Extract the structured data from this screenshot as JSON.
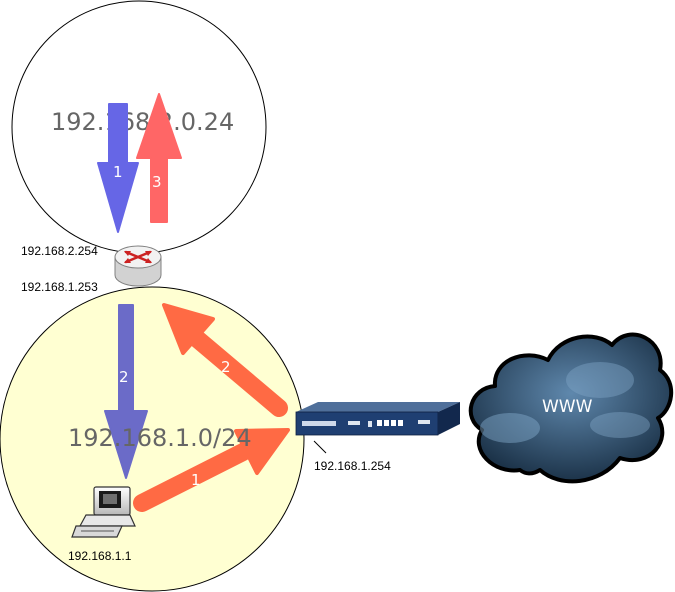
{
  "networks": {
    "upper": {
      "label": "192.168.2.0.24"
    },
    "lower": {
      "label": "192.168.1.0/24"
    }
  },
  "router": {
    "upper_ip": "192.168.2.254",
    "lower_ip": "192.168.1.253"
  },
  "firewall": {
    "ip": "192.168.1.254"
  },
  "pc": {
    "ip": "192.168.1.1"
  },
  "internet": {
    "label": "WWW"
  },
  "arrows": {
    "down_upper": "1",
    "up_upper": "3",
    "down_lower": "2",
    "to_router": "2",
    "pc_to_firewall": "1"
  },
  "colors": {
    "blue_arrow": "#6666e6",
    "red_arrow": "#ff6666",
    "slate_arrow": "#6b6bc8",
    "orange_arrow": "#ff6a44",
    "lower_network_fill": "#ffffd2",
    "cloud": "#1f3c55"
  }
}
